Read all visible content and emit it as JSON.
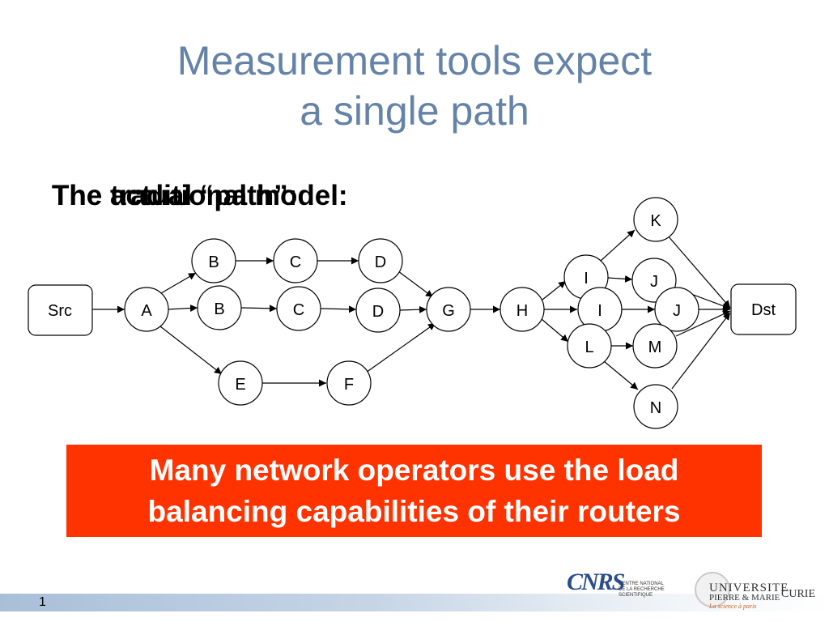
{
  "title": {
    "line1": "Measurement tools expect",
    "line2": "a single path"
  },
  "heading": {
    "overlay_a": "The traditional model:",
    "overlay_b": "The actual “path”:"
  },
  "callout": {
    "line1": "Many network operators use the load",
    "line2": "balancing capabilities of their routers"
  },
  "nodes": {
    "src": "Src",
    "a": "A",
    "b1": "B",
    "c1": "C",
    "d1": "D",
    "b2": "B",
    "c2": "C",
    "d2": "D",
    "e": "E",
    "f": "F",
    "g": "G",
    "h": "H",
    "k": "K",
    "i1": "I",
    "j1": "J",
    "i2": "I",
    "j2": "J",
    "l": "L",
    "m": "M",
    "n": "N",
    "dst": "Dst"
  },
  "footer": {
    "page_number": "1"
  },
  "logos": {
    "cnrs_mark": "CNRS",
    "cnrs_line1": "CENTRE NATIONAL",
    "cnrs_line2": "DE LA RECHERCHE",
    "cnrs_line3": "SCIENTIFIQUE",
    "upmc_word1": "UNIVERSITE",
    "upmc_word2": "PIERRE & MARIE",
    "upmc_word3": "CURIE",
    "upmc_tag": "La science à paris"
  },
  "colors": {
    "title": "#6583a8",
    "callout_bg": "#ff3300",
    "callout_text": "#ffffff"
  }
}
